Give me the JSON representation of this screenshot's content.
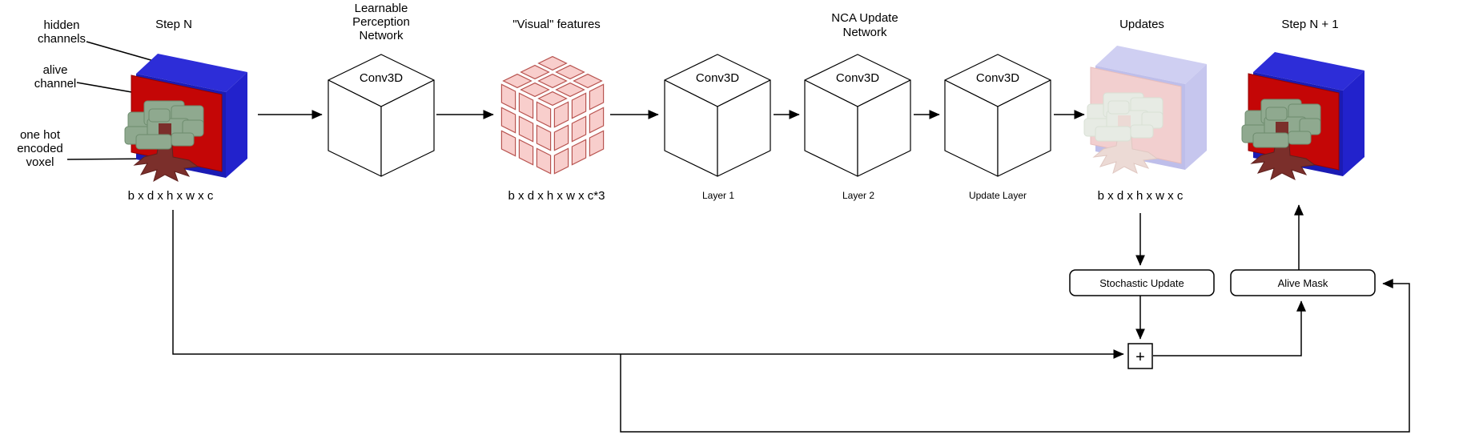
{
  "diagram": {
    "titles": {
      "step_n": "Step N",
      "perception": [
        "Learnable",
        "Perception",
        "Network"
      ],
      "visual_features": "\"Visual\" features",
      "nca_update": [
        "NCA Update",
        "Network"
      ],
      "updates": "Updates",
      "step_n_plus_1": "Step N + 1"
    },
    "annotations": {
      "hidden_channels": [
        "hidden",
        "channels"
      ],
      "alive_channel": [
        "alive",
        "channel"
      ],
      "one_hot": [
        "one hot",
        "encoded",
        "voxel"
      ]
    },
    "conv_label": "Conv3D",
    "dims": {
      "input": "b x d x h x w x c",
      "visual": "b x d x h x w x c*3",
      "updates": "b x d x h x w x c"
    },
    "layer_labels": {
      "layer1": "Layer 1",
      "layer2": "Layer 2",
      "update_layer": "Update Layer"
    },
    "nodes": {
      "stochastic_update": "Stochastic Update",
      "alive_mask": "Alive Mask",
      "plus": "+"
    },
    "colors": {
      "hidden_blue": "#2222cc",
      "alive_red": "#c40606",
      "visual_pink": "#f8cecc",
      "visual_pink_stroke": "#b85450",
      "tree_green": "#8fa98f",
      "trunk_brown": "#7b2f2b",
      "faded_blue": "#c6c6ee",
      "faded_red": "#f2cfcf",
      "wire": "#000000"
    }
  }
}
